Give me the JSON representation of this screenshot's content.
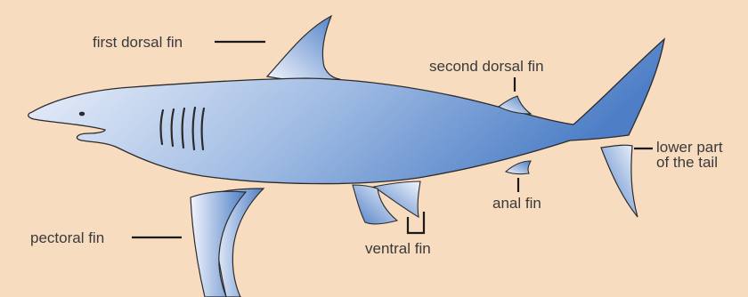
{
  "colors": {
    "background": "#f7dcc0",
    "fin_light": "#f2f5fc",
    "fin_dark": "#4d7ec6",
    "outline": "#2b2b2b",
    "label_text": "#3a3a3a"
  },
  "labels": {
    "first_dorsal_fin": "first dorsal fin",
    "second_dorsal_fin": "second dorsal fin",
    "lower_part_of_tail_line1": "lower part",
    "lower_part_of_tail_line2": "of the tail",
    "anal_fin": "anal fin",
    "pectoral_fin": "pectoral fin",
    "ventral_fin": "ventral fin"
  }
}
